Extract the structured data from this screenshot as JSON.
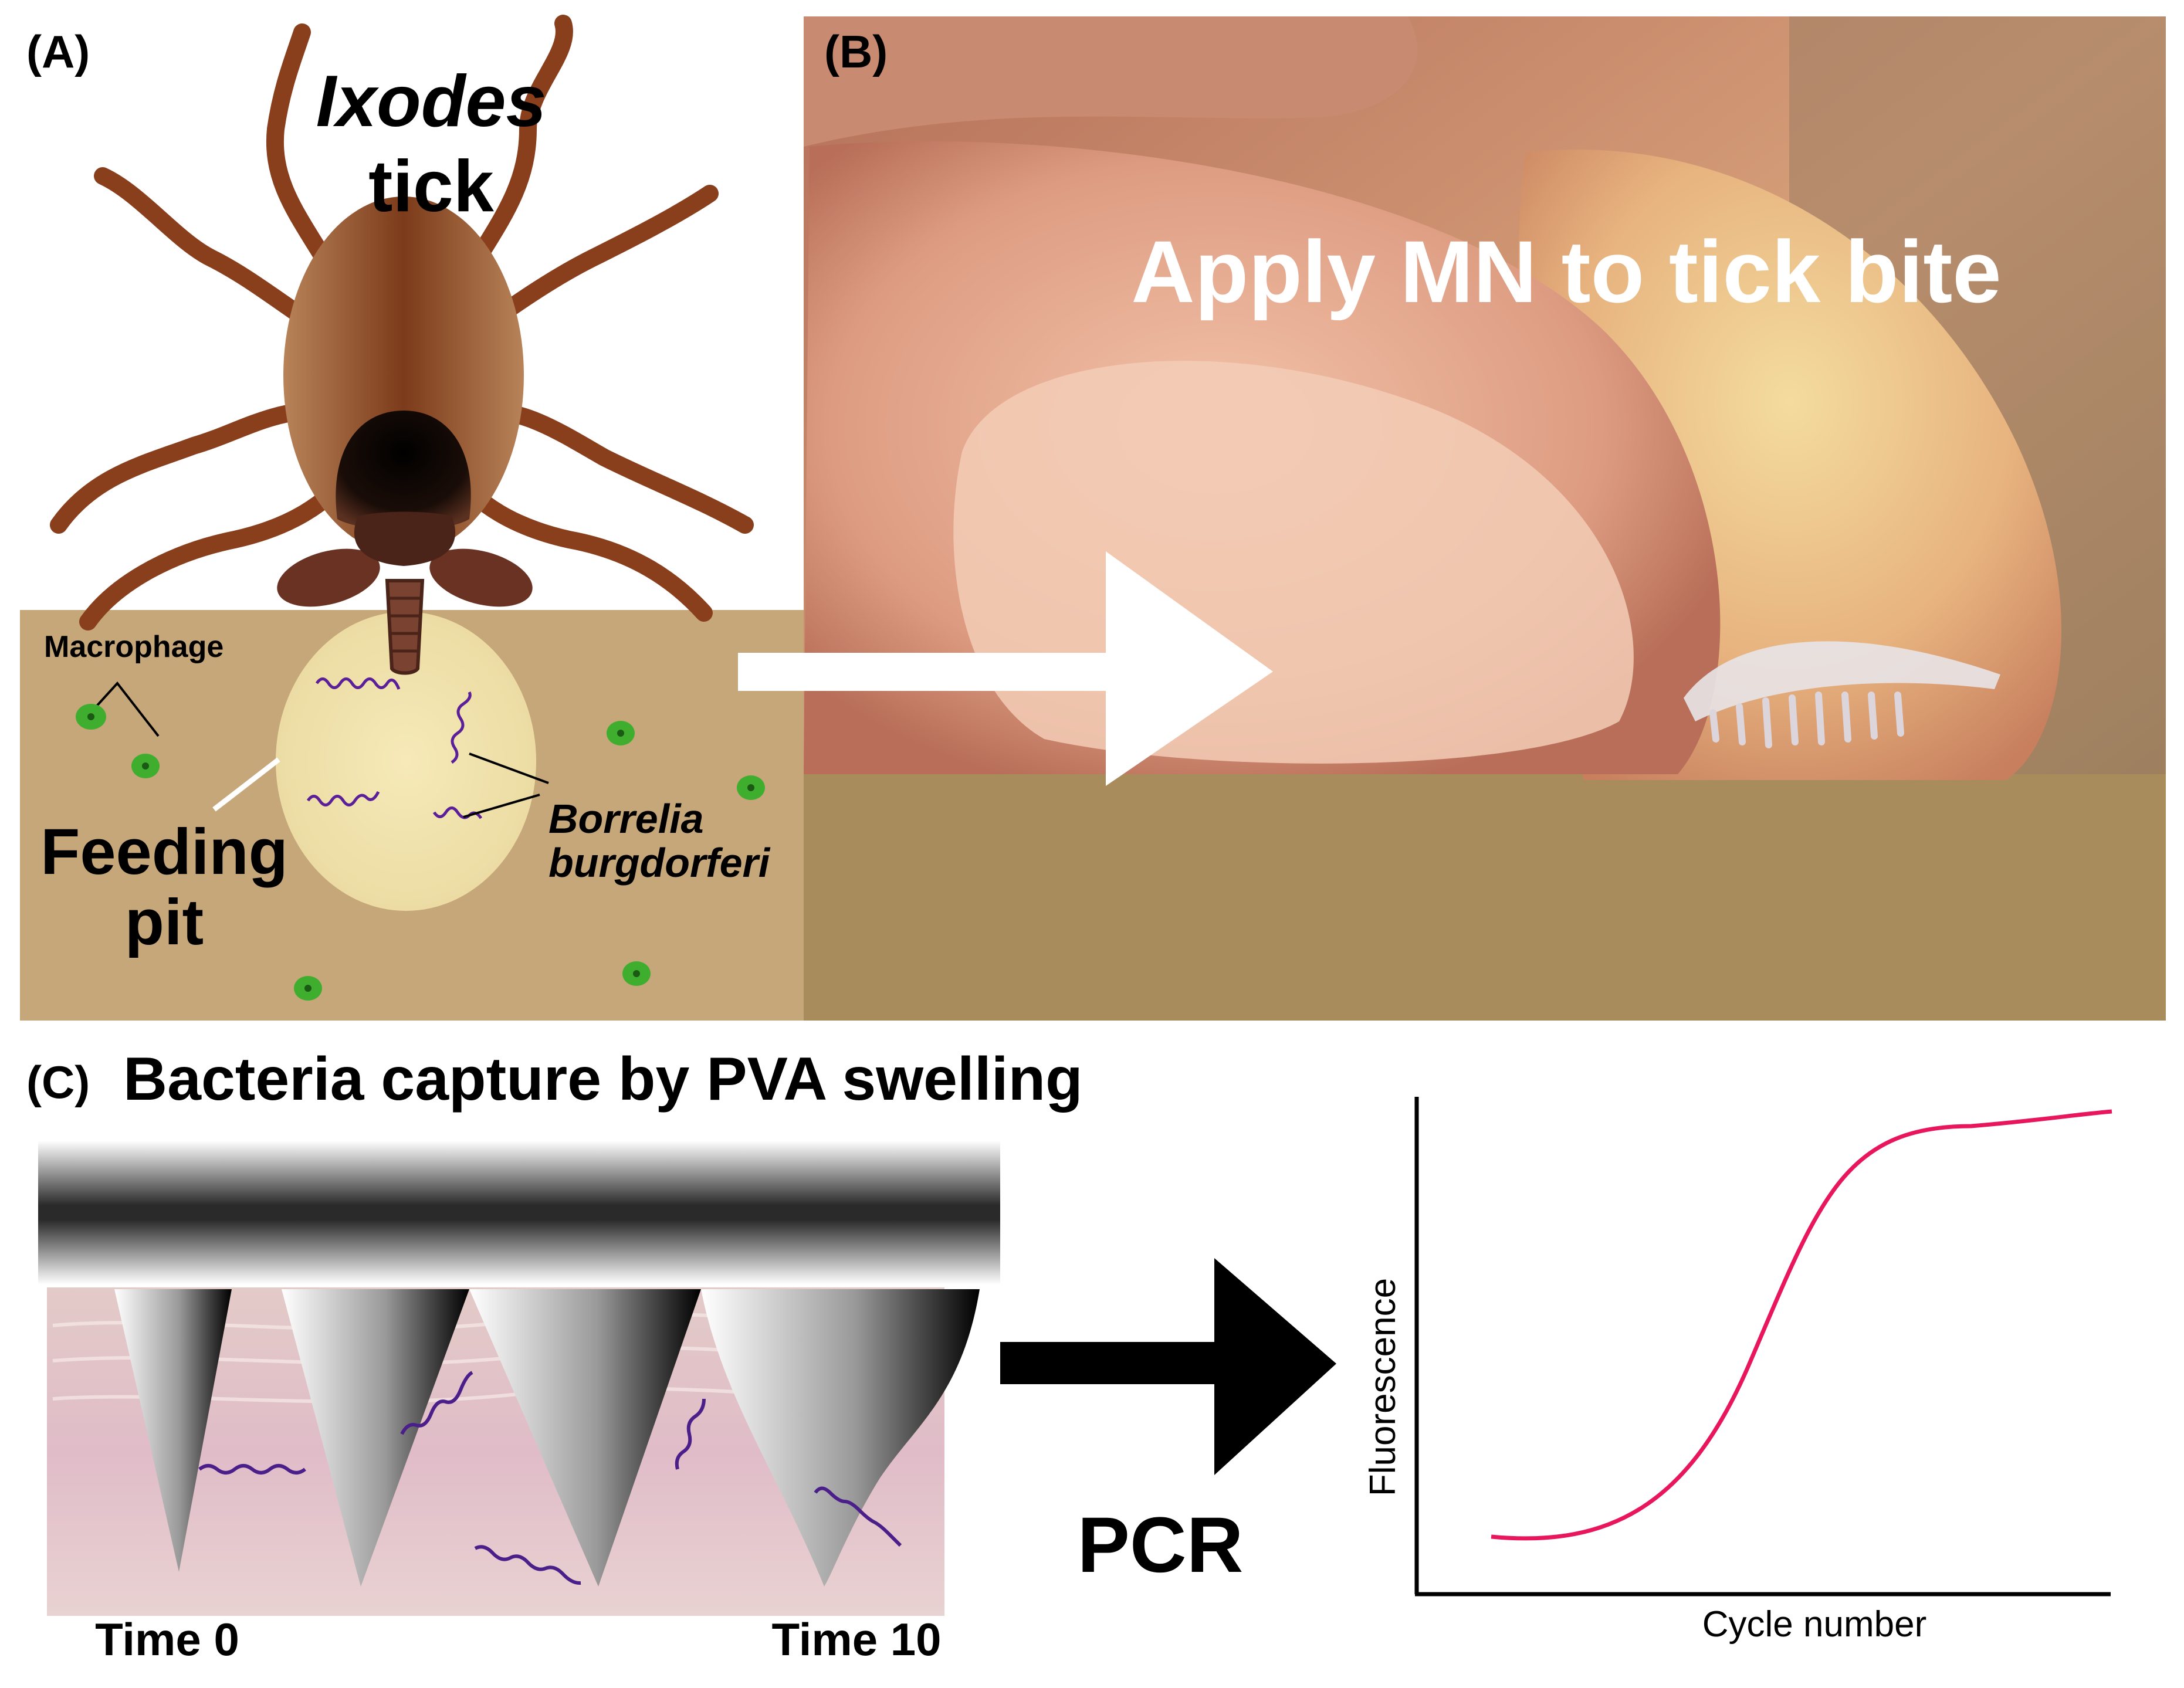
{
  "panel_a": {
    "label": "(A)",
    "tick_title_line1": "Ixodes",
    "tick_title_line2": "tick",
    "macrophage_label": "Macrophage",
    "feeding_pit_line1": "Feeding",
    "feeding_pit_line2": "pit",
    "borrelia_line1": "Borrelia",
    "borrelia_line2": "burgdorferi"
  },
  "panel_b": {
    "label": "(B)",
    "caption": "Apply MN to tick bite"
  },
  "panel_c": {
    "label": "(C)",
    "title": "Bacteria capture by PVA swelling",
    "time_start": "Time 0",
    "time_end": "Time 10",
    "pcr_label": "PCR",
    "plot_ylabel": "Fluorescence",
    "plot_xlabel": "Cycle number"
  },
  "colors": {
    "skin_tan": "#c6a77a",
    "tick_brown": "#8a3f1c",
    "feeding_pit": "#f0e2a8",
    "macrophage": "#3fae2e",
    "bacteria": "#4b1f8a",
    "curve": "#e8175d"
  }
}
